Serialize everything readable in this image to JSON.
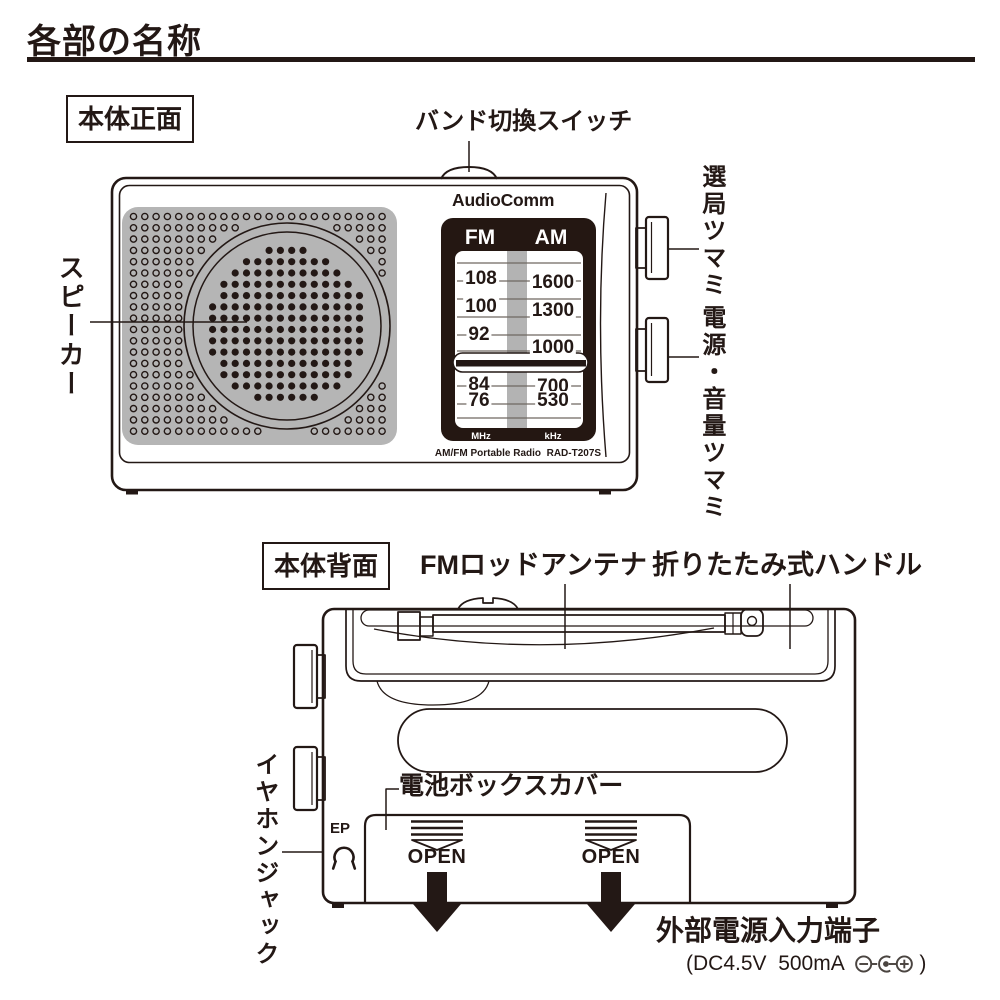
{
  "page_title": "各部の名称",
  "front": {
    "section_label": "本体正面",
    "callouts": {
      "band_switch": "バンド切換スイッチ",
      "speaker": "スピーカー",
      "tuning_knob": "選局ツマミ",
      "power_volume_knob": "電源・音量ツマミ"
    },
    "radio": {
      "brand": "AudioComm",
      "dial": {
        "fm_label": "FM",
        "am_label": "AM",
        "fm_scale": [
          "108",
          "100",
          "92",
          "84",
          "76"
        ],
        "am_scale": [
          "1600",
          "1300",
          "1000",
          "700",
          "530"
        ],
        "fm_unit": "MHz",
        "am_unit": "kHz"
      },
      "model_text": "AM/FM Portable Radio  RAD-T207S"
    }
  },
  "back": {
    "section_label": "本体背面",
    "callouts": {
      "antenna": "FMロッドアンテナ",
      "handle": "折りたたみ式ハンドル",
      "battery_cover": "電池ボックスカバー",
      "earphone_jack": "イヤホンジャック",
      "ext_power": "外部電源入力端子",
      "ext_power_spec_open": "(DC4.5V  500mA ",
      "ext_power_spec_close": ")"
    },
    "markings": {
      "ep": "EP",
      "open": "OPEN"
    },
    "icons": {
      "earphone_jack": "headphone-icon",
      "dc_polarity": "dc-polarity-icon"
    }
  },
  "colors": {
    "ink": "#231815",
    "speaker_gray": "#b5b5b5",
    "dial_bg": "#241712",
    "dial_strip": "#b3b3b3",
    "tick": "#6f6861"
  }
}
